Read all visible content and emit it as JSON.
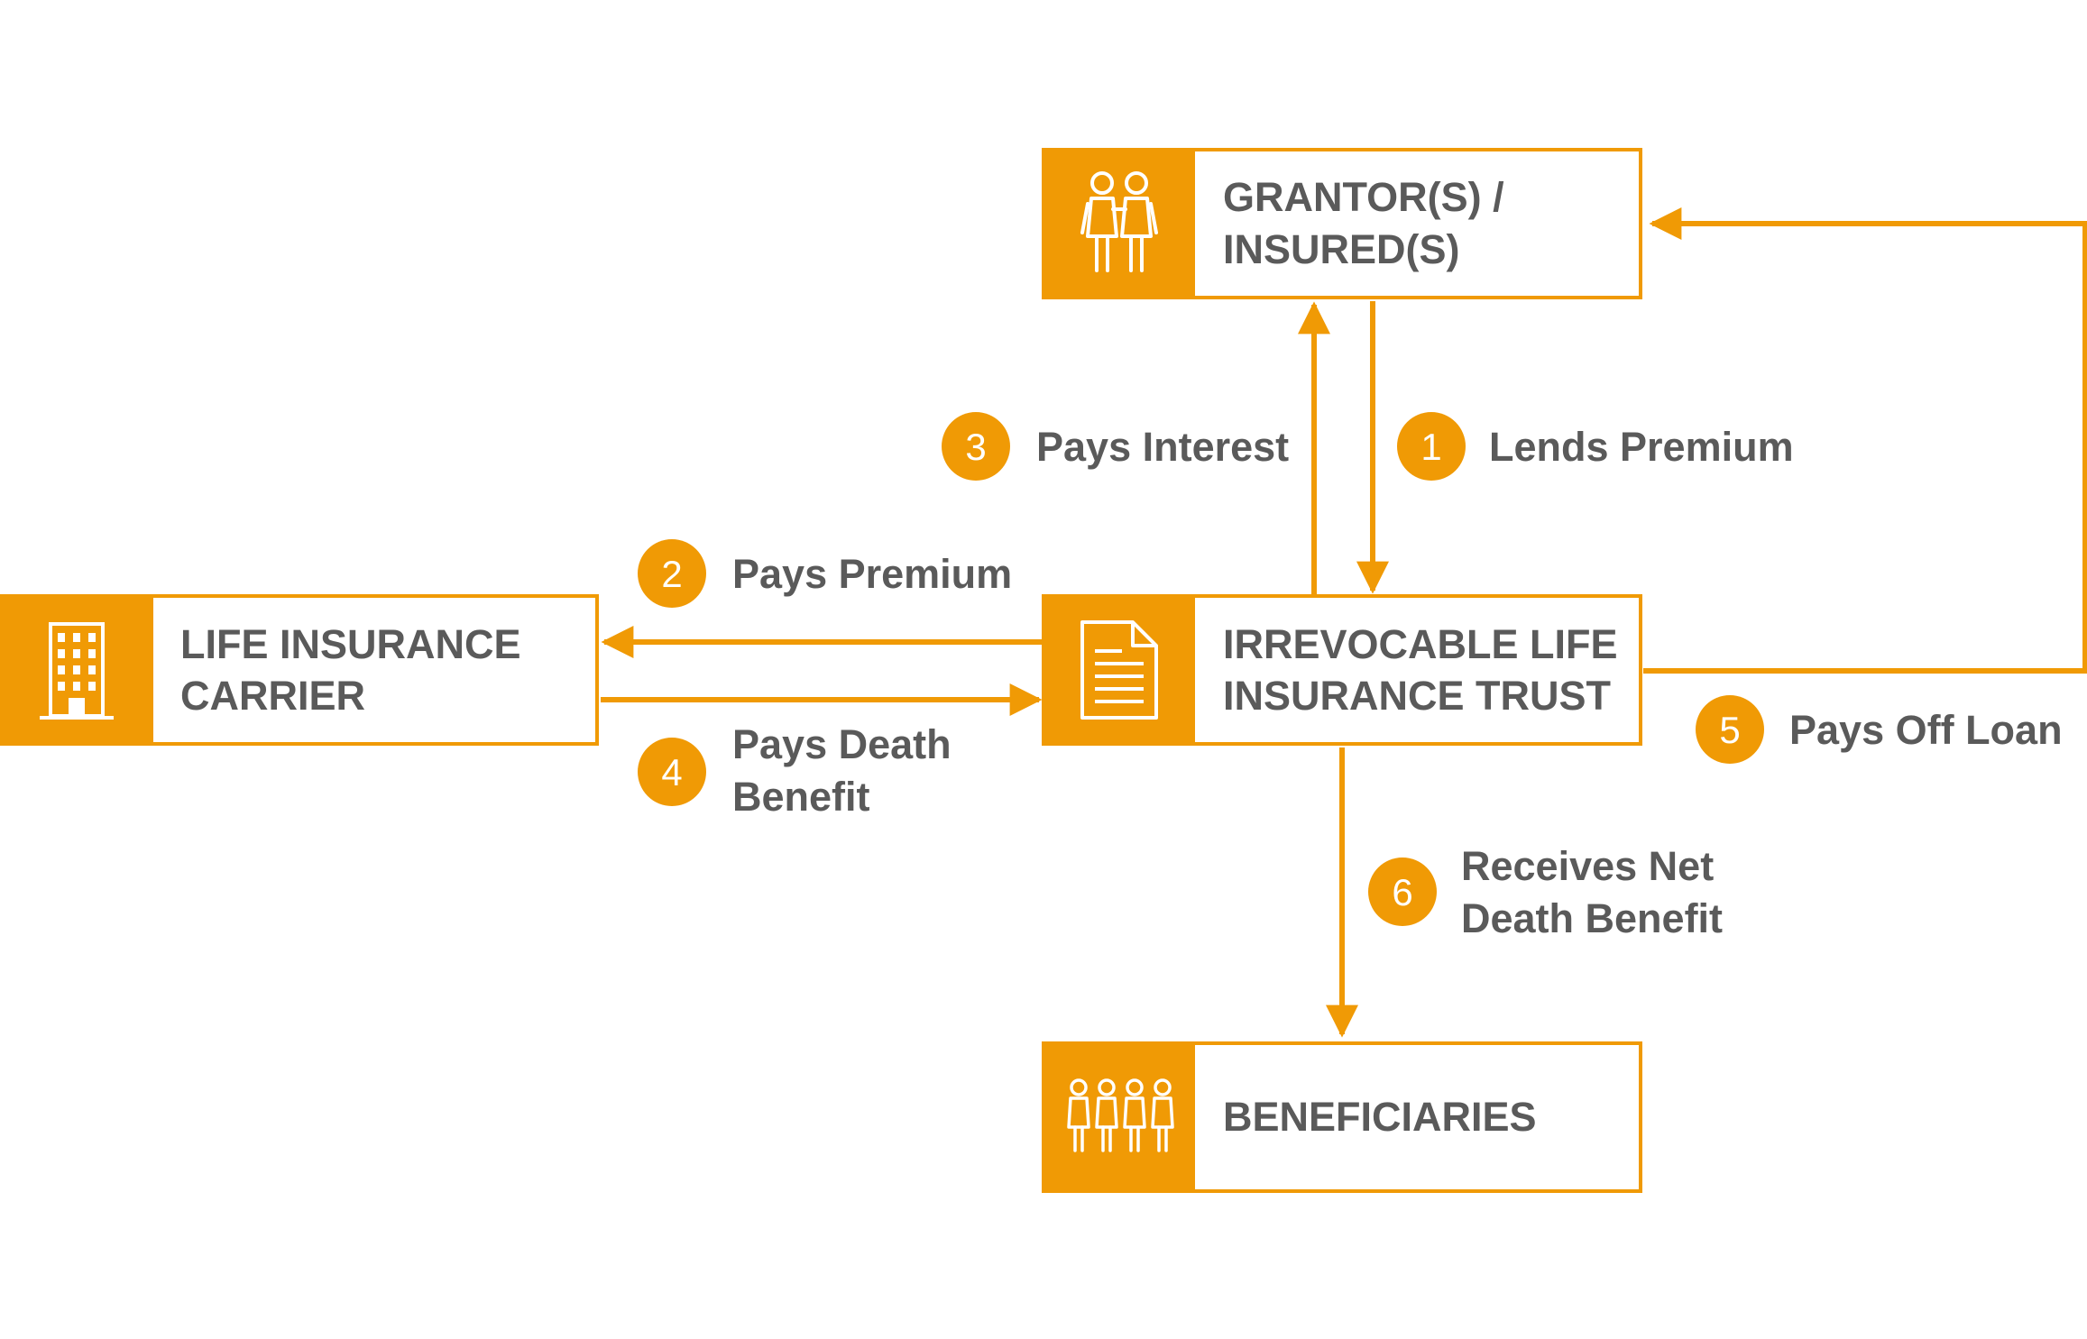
{
  "colors": {
    "accent": "#F09A05",
    "text": "#5A5A5A",
    "box_fill": "#FFFFFF",
    "icon_fill": "#FFFFFF"
  },
  "nodes": {
    "grantor": {
      "line1": "GRANTOR(S) /",
      "line2": "INSURED(S)",
      "icon": "couple-icon"
    },
    "carrier": {
      "line1": "LIFE INSURANCE",
      "line2": "CARRIER",
      "icon": "building-icon"
    },
    "trust": {
      "line1": "IRREVOCABLE LIFE",
      "line2": "INSURANCE TRUST",
      "icon": "document-icon"
    },
    "beneficiaries": {
      "line1": "BENEFICIARIES",
      "icon": "group-icon"
    }
  },
  "steps": [
    {
      "number": "1",
      "line1": "Lends Premium",
      "line2": ""
    },
    {
      "number": "2",
      "line1": "Pays Premium",
      "line2": ""
    },
    {
      "number": "3",
      "line1": "Pays Interest",
      "line2": ""
    },
    {
      "number": "4",
      "line1": "Pays Death",
      "line2": "Benefit"
    },
    {
      "number": "5",
      "line1": "Pays Off Loan",
      "line2": ""
    },
    {
      "number": "6",
      "line1": "Receives Net",
      "line2": "Death Benefit"
    }
  ]
}
